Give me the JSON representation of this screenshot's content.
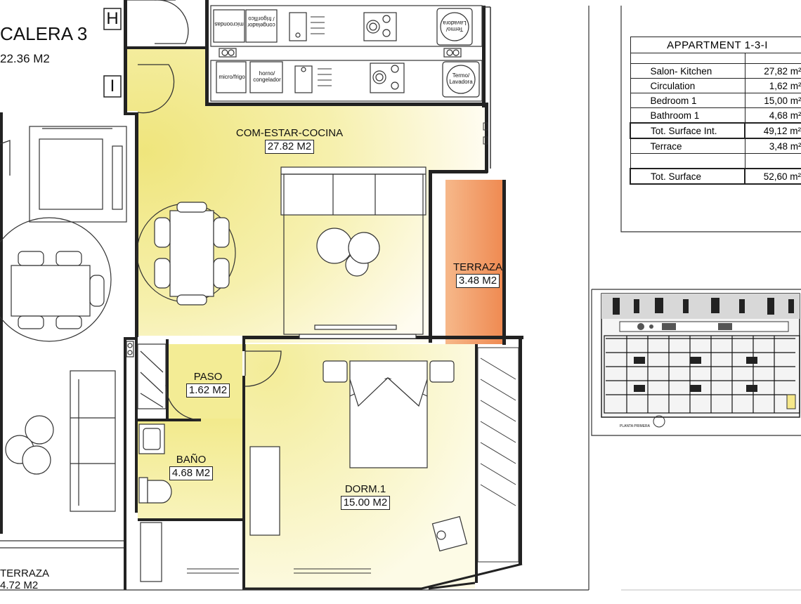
{
  "stair": {
    "title": "CALERA 3",
    "area": "22.36 M2",
    "marker_h": "H",
    "marker_i": "I"
  },
  "rooms": [
    {
      "name": "COM-ESTAR-COCINA",
      "area": "27.82 M2"
    },
    {
      "name": "TERRAZA",
      "area": "3.48 M2"
    },
    {
      "name": "PASO",
      "area": "1.62 M2"
    },
    {
      "name": "BAÑO",
      "area": "4.68 M2"
    },
    {
      "name": "DORM.1",
      "area": "15.00 M2"
    },
    {
      "name": "TERRAZA",
      "area": "4.72 M2"
    }
  ],
  "appliances": {
    "micro_top": "microondas",
    "fridge_top": "congelador / frigorífico",
    "termo_top": "Termo/ Lavadora",
    "micro": "micro/frigo",
    "horno": "horno/ congelador",
    "termo": "Termo/ Lavadora"
  },
  "table": {
    "title": "APPARTMENT 1-3-I",
    "rows": [
      {
        "label": "Salon- Kitchen",
        "value": "27,82 m²"
      },
      {
        "label": "Circulation",
        "value": "1,62 m²"
      },
      {
        "label": "Bedroom 1",
        "value": "15,00 m²"
      },
      {
        "label": "Bathroom 1",
        "value": "4,68 m²"
      },
      {
        "label": "Tot. Surface Int.",
        "value": "49,12 m²"
      },
      {
        "label": "Terrace",
        "value": "3,48 m²"
      },
      {
        "label": "",
        "value": ""
      },
      {
        "label": "Tot. Surface",
        "value": "52,60 m²"
      }
    ]
  },
  "keyplan": {
    "caption": "PLANTA PRIMERA"
  },
  "colors": {
    "living": "#f2ea8a",
    "terrace": "#f0905a",
    "wall": "#222222",
    "line": "#333333"
  }
}
